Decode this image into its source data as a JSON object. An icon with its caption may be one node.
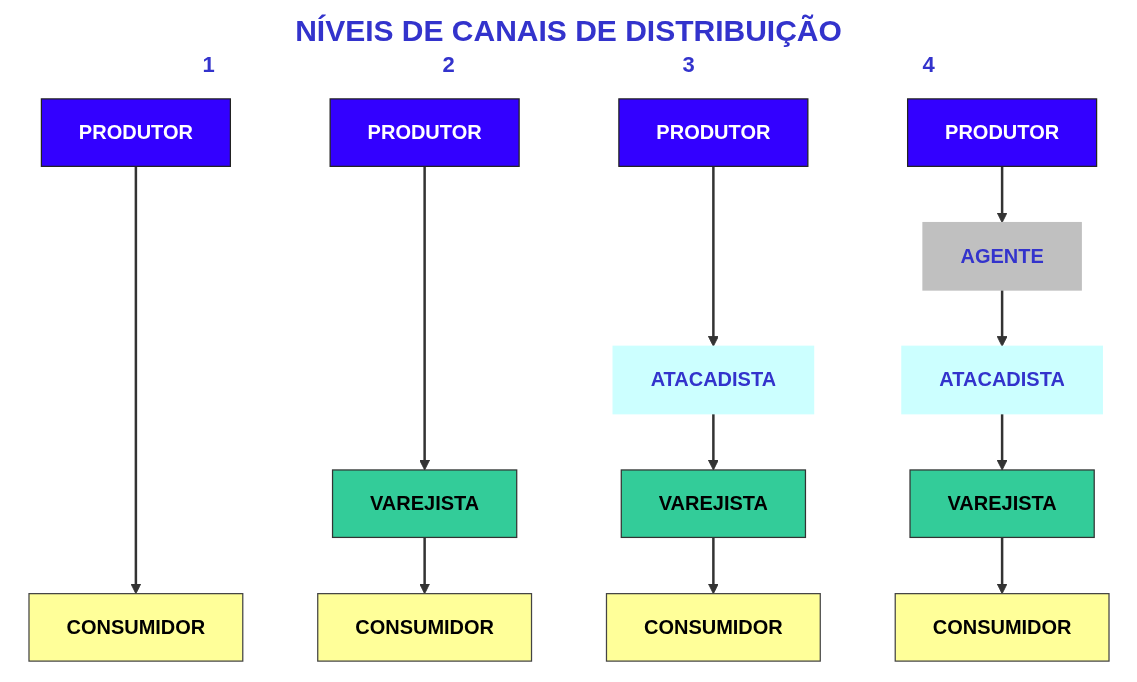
{
  "diagram": {
    "title": "NÍVEIS DE CANAIS DE DISTRIBUIÇÃO",
    "nodes": [
      {
        "text": [
          "PRODUTOR"
        ]
      },
      {
        "text": [
          "CONSUMIDOR"
        ]
      },
      {
        "text": [
          "PRODUTOR"
        ]
      },
      {
        "text": [
          "VAREJISTA"
        ]
      },
      {
        "text": [
          "CONSUMIDOR"
        ]
      },
      {
        "text": [
          "PRODUTOR"
        ]
      },
      {
        "text": [
          "ATACADISTA"
        ]
      },
      {
        "text": [
          "VAREJISTA"
        ]
      },
      {
        "text": [
          "CONSUMIDOR"
        ]
      },
      {
        "text": [
          "PRODUTOR"
        ]
      },
      {
        "text": [
          "AGENTE"
        ]
      },
      {
        "text": [
          "ATACADISTA"
        ]
      },
      {
        "text": [
          "VAREJISTA"
        ]
      },
      {
        "text": [
          "CONSUMIDOR"
        ]
      }
    ],
    "edges": [
      {
        "from": 0,
        "to": 1,
        "arrow": "to"
      },
      {
        "from": 2,
        "to": 3,
        "arrow": "to"
      },
      {
        "from": 3,
        "to": 4,
        "arrow": "to"
      },
      {
        "from": 5,
        "to": 6,
        "arrow": "to"
      },
      {
        "from": 6,
        "to": 7,
        "arrow": "to"
      },
      {
        "from": 7,
        "to": 8,
        "arrow": "to"
      },
      {
        "from": 9,
        "to": 10,
        "arrow": "to"
      },
      {
        "from": 10,
        "to": 11,
        "arrow": "to"
      },
      {
        "from": 11,
        "to": 12,
        "arrow": "to"
      },
      {
        "from": 12,
        "to": 13,
        "arrow": "to"
      }
    ],
    "labels": [
      "1",
      "2",
      "3",
      "4"
    ]
  }
}
